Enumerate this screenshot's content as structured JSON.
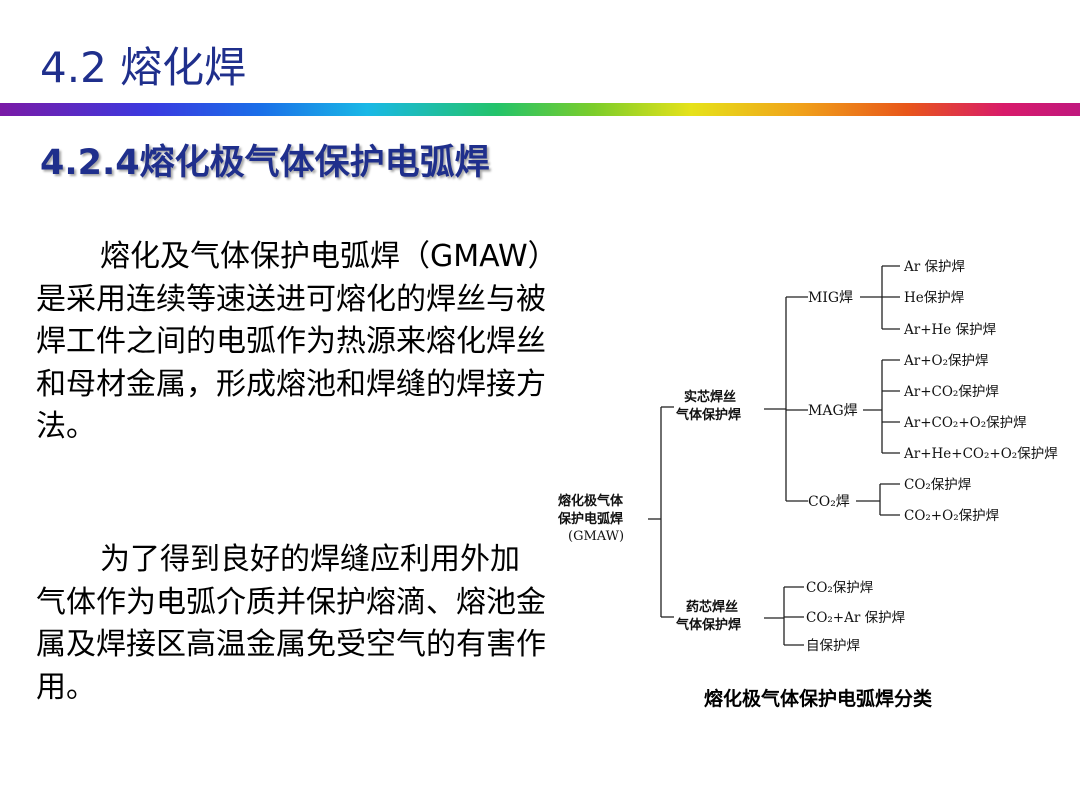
{
  "header": {
    "title": "4.2 熔化焊",
    "section": "4.2.4熔化极气体保护电弧焊"
  },
  "body": {
    "paragraph1": "熔化及气体保护电弧焊（GMAW）是采用连续等速送进可熔化的焊丝与被焊工件之间的电弧作为热源来熔化焊丝和母材金属，形成熔池和焊缝的焊接方法。",
    "paragraph2": "为了得到良好的焊缝应利用外加气体作为电弧介质并保护熔滴、熔池金属及焊接区高温金属免受空气的有害作用。"
  },
  "diagram": {
    "root": [
      "熔化极气体",
      "保护电弧焊",
      "(GMAW)"
    ],
    "solid": {
      "label": [
        "实芯焊丝",
        "气体保护焊"
      ],
      "mig": {
        "label": "MIG焊",
        "items": [
          "Ar 保护焊",
          "He保护焊",
          "Ar+He 保护焊"
        ]
      },
      "mag": {
        "label": "MAG焊",
        "items": [
          "Ar+O₂保护焊",
          "Ar+CO₂保护焊",
          "Ar+CO₂+O₂保护焊",
          "Ar+He+CO₂+O₂保护焊"
        ]
      },
      "co2": {
        "label": "CO₂焊",
        "items": [
          "CO₂保护焊",
          "CO₂+O₂保护焊"
        ]
      }
    },
    "flux": {
      "label": [
        "药芯焊丝",
        "气体保护焊"
      ],
      "items": [
        "CO₂保护焊",
        "CO₂+Ar 保护焊",
        "自保护焊"
      ]
    },
    "caption": "熔化极气体保护电弧焊分类"
  }
}
